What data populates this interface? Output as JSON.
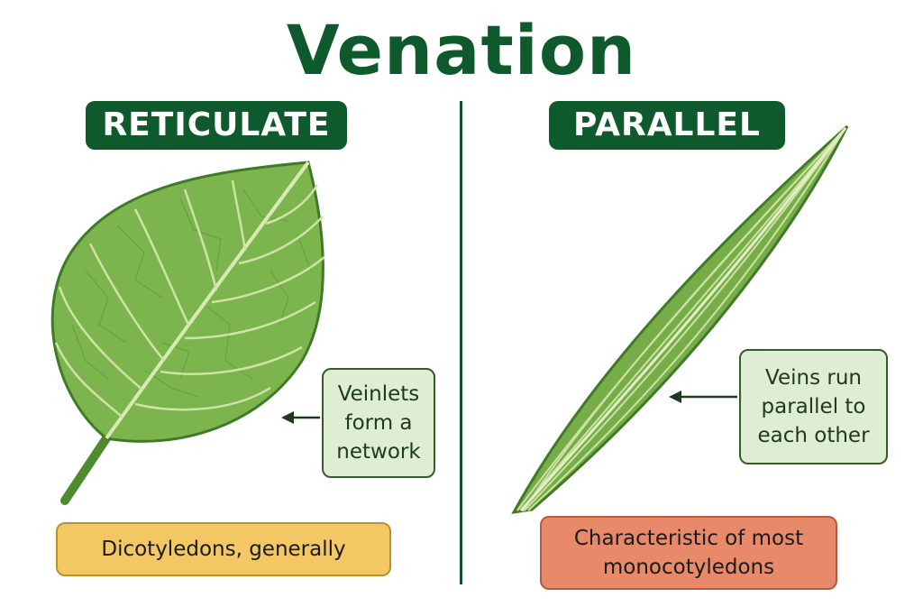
{
  "title": "Venation",
  "left": {
    "heading": "RETICULATE",
    "callout": "Veinlets\nform a\nnetwork",
    "note": "Dicotyledons, generally"
  },
  "right": {
    "heading": "PARALLEL",
    "callout": "Veins run\nparallel to\neach other",
    "note": "Characteristic of most\nmonocotyledons"
  },
  "colors": {
    "title_green": "#0f5a2c",
    "leaf_fill": "#7cb44e",
    "vein": "#cfe3a6",
    "callout_bg": "#dfeed3",
    "note_left_bg": "#f3c764",
    "note_right_bg": "#e88a6a"
  }
}
